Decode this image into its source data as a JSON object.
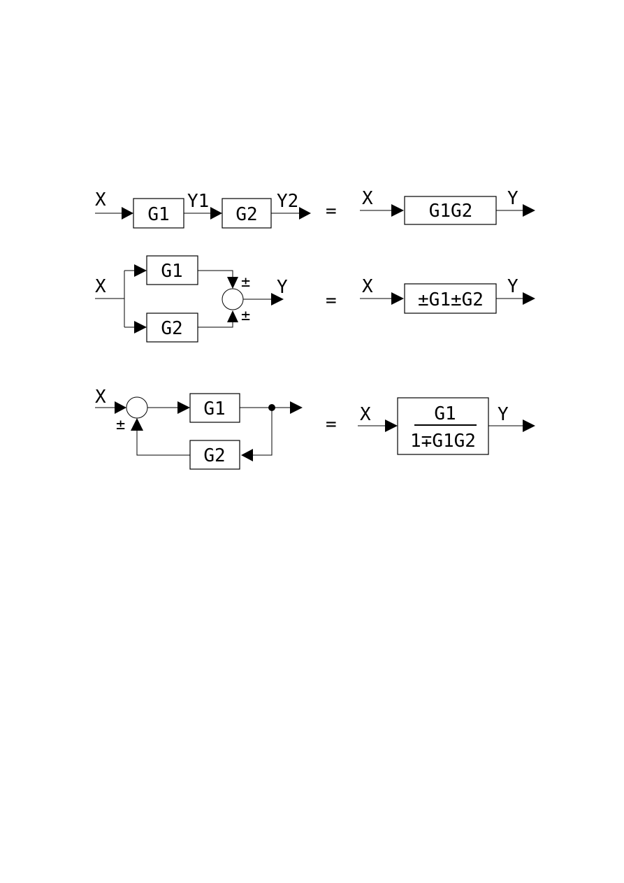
{
  "series_rule": {
    "input": "X",
    "block1": "G1",
    "mid_signal": "Y1",
    "block2": "G2",
    "output": "Y2",
    "equals": "=",
    "eq_input": "X",
    "eq_block": "G1G2",
    "eq_output": "Y"
  },
  "parallel_rule": {
    "input": "X",
    "block1": "G1",
    "block2": "G2",
    "sign_top": "±",
    "sign_bottom": "±",
    "output": "Y",
    "equals": "=",
    "eq_input": "X",
    "eq_block": "±G1±G2",
    "eq_output": "Y"
  },
  "feedback_rule": {
    "input": "X",
    "forward_block": "G1",
    "feedback_block": "G2",
    "sign": "±",
    "equals": "=",
    "eq_input": "X",
    "eq_numerator": "G1",
    "eq_denominator": "1∓G1G2",
    "eq_output": "Y"
  }
}
